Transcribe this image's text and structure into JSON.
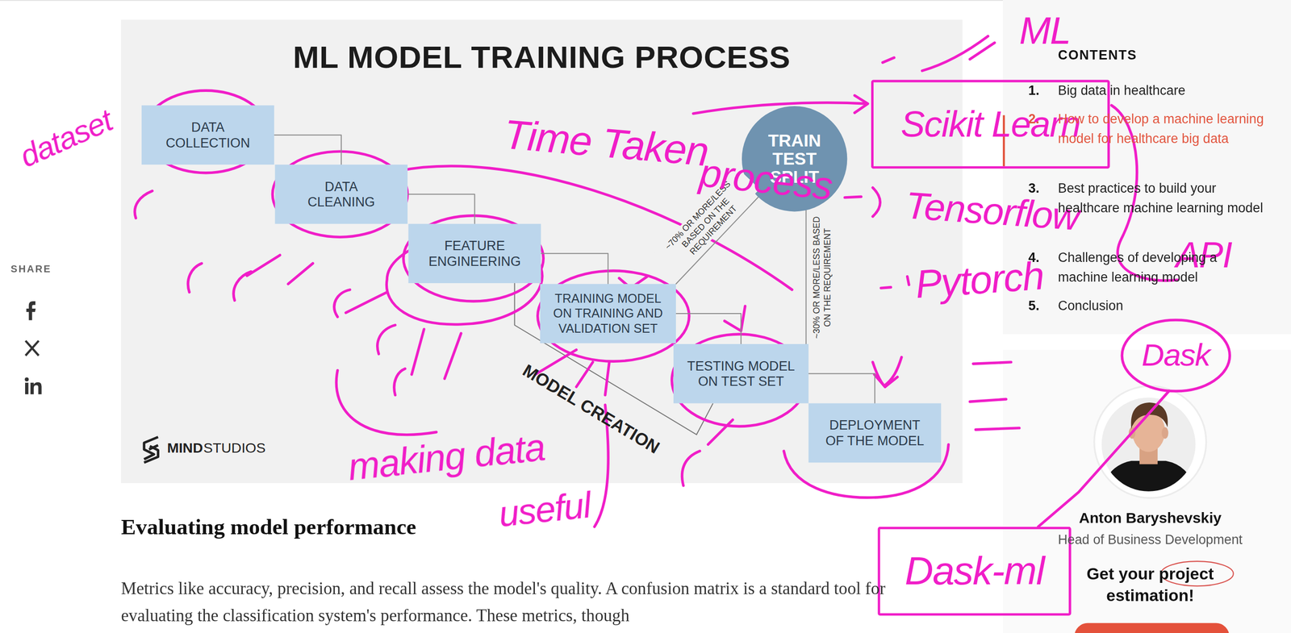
{
  "diagram": {
    "title": "ML MODEL TRAINING PROCESS",
    "nodes": [
      {
        "text": [
          "DATA COLLECTION"
        ]
      },
      {
        "text": [
          "DATA CLEANING"
        ]
      },
      {
        "text": [
          "FEATURE ENGINEERING"
        ]
      },
      {
        "text": [
          "TRAINING MODEL ON TRAINING AND VALIDATION SET"
        ]
      },
      {
        "text": [
          "TRAIN TEST SPLIT"
        ]
      },
      {
        "text": [
          "TESTING MODEL ON TEST SET"
        ]
      },
      {
        "text": [
          "DEPLOYMENT OF THE MODEL"
        ]
      },
      {
        "text": [
          "Scikit Learn"
        ]
      },
      {
        "text": [
          "Dask"
        ]
      },
      {
        "text": [
          "Dask-ml"
        ]
      }
    ],
    "edges": [
      {
        "from": 0,
        "to": 1,
        "arrow": "none"
      },
      {
        "from": 1,
        "to": 2,
        "arrow": "none"
      },
      {
        "from": 2,
        "to": 3,
        "arrow": "none"
      },
      {
        "from": 3,
        "to": 5,
        "arrow": "none"
      },
      {
        "from": 5,
        "to": 6,
        "arrow": "none"
      },
      {
        "from": 3,
        "to": 4,
        "label": "~70% OR MORE/LESS BASED ON THE REQUIREMENT",
        "arrow": "none"
      },
      {
        "from": 4,
        "to": 5,
        "label": "~30% OR MORE/LESS BASED ON THE REQUIREMENT",
        "arrow": "none"
      },
      {
        "from": 8,
        "to": 9,
        "arrow": "none"
      }
    ],
    "labels": [
      "MODEL CREATION",
      "MIND",
      "STUDIOS",
      "dataset",
      "ML",
      "Time Taken",
      "process",
      "Tensorflow",
      "Pytorch",
      "API",
      "making data",
      "useful",
      "SHARE",
      "CONTENTS",
      "1.",
      "Big data in healthcare",
      "2.",
      "How to develop a machine learning model for healthcare big data",
      "3.",
      "Best practices to build your healthcare machine learning model",
      "4.",
      "Challenges of developing a machine learning model",
      "5.",
      "Conclusion",
      "Anton Baryshevskiy",
      "Head of Business Development",
      "Get your project estimation!",
      "Evaluating model performance",
      "Metrics like accuracy, precision, and recall assess the model's quality. A confusion matrix is a standard tool for evaluating the classification system's performance. These metrics, though"
    ]
  }
}
